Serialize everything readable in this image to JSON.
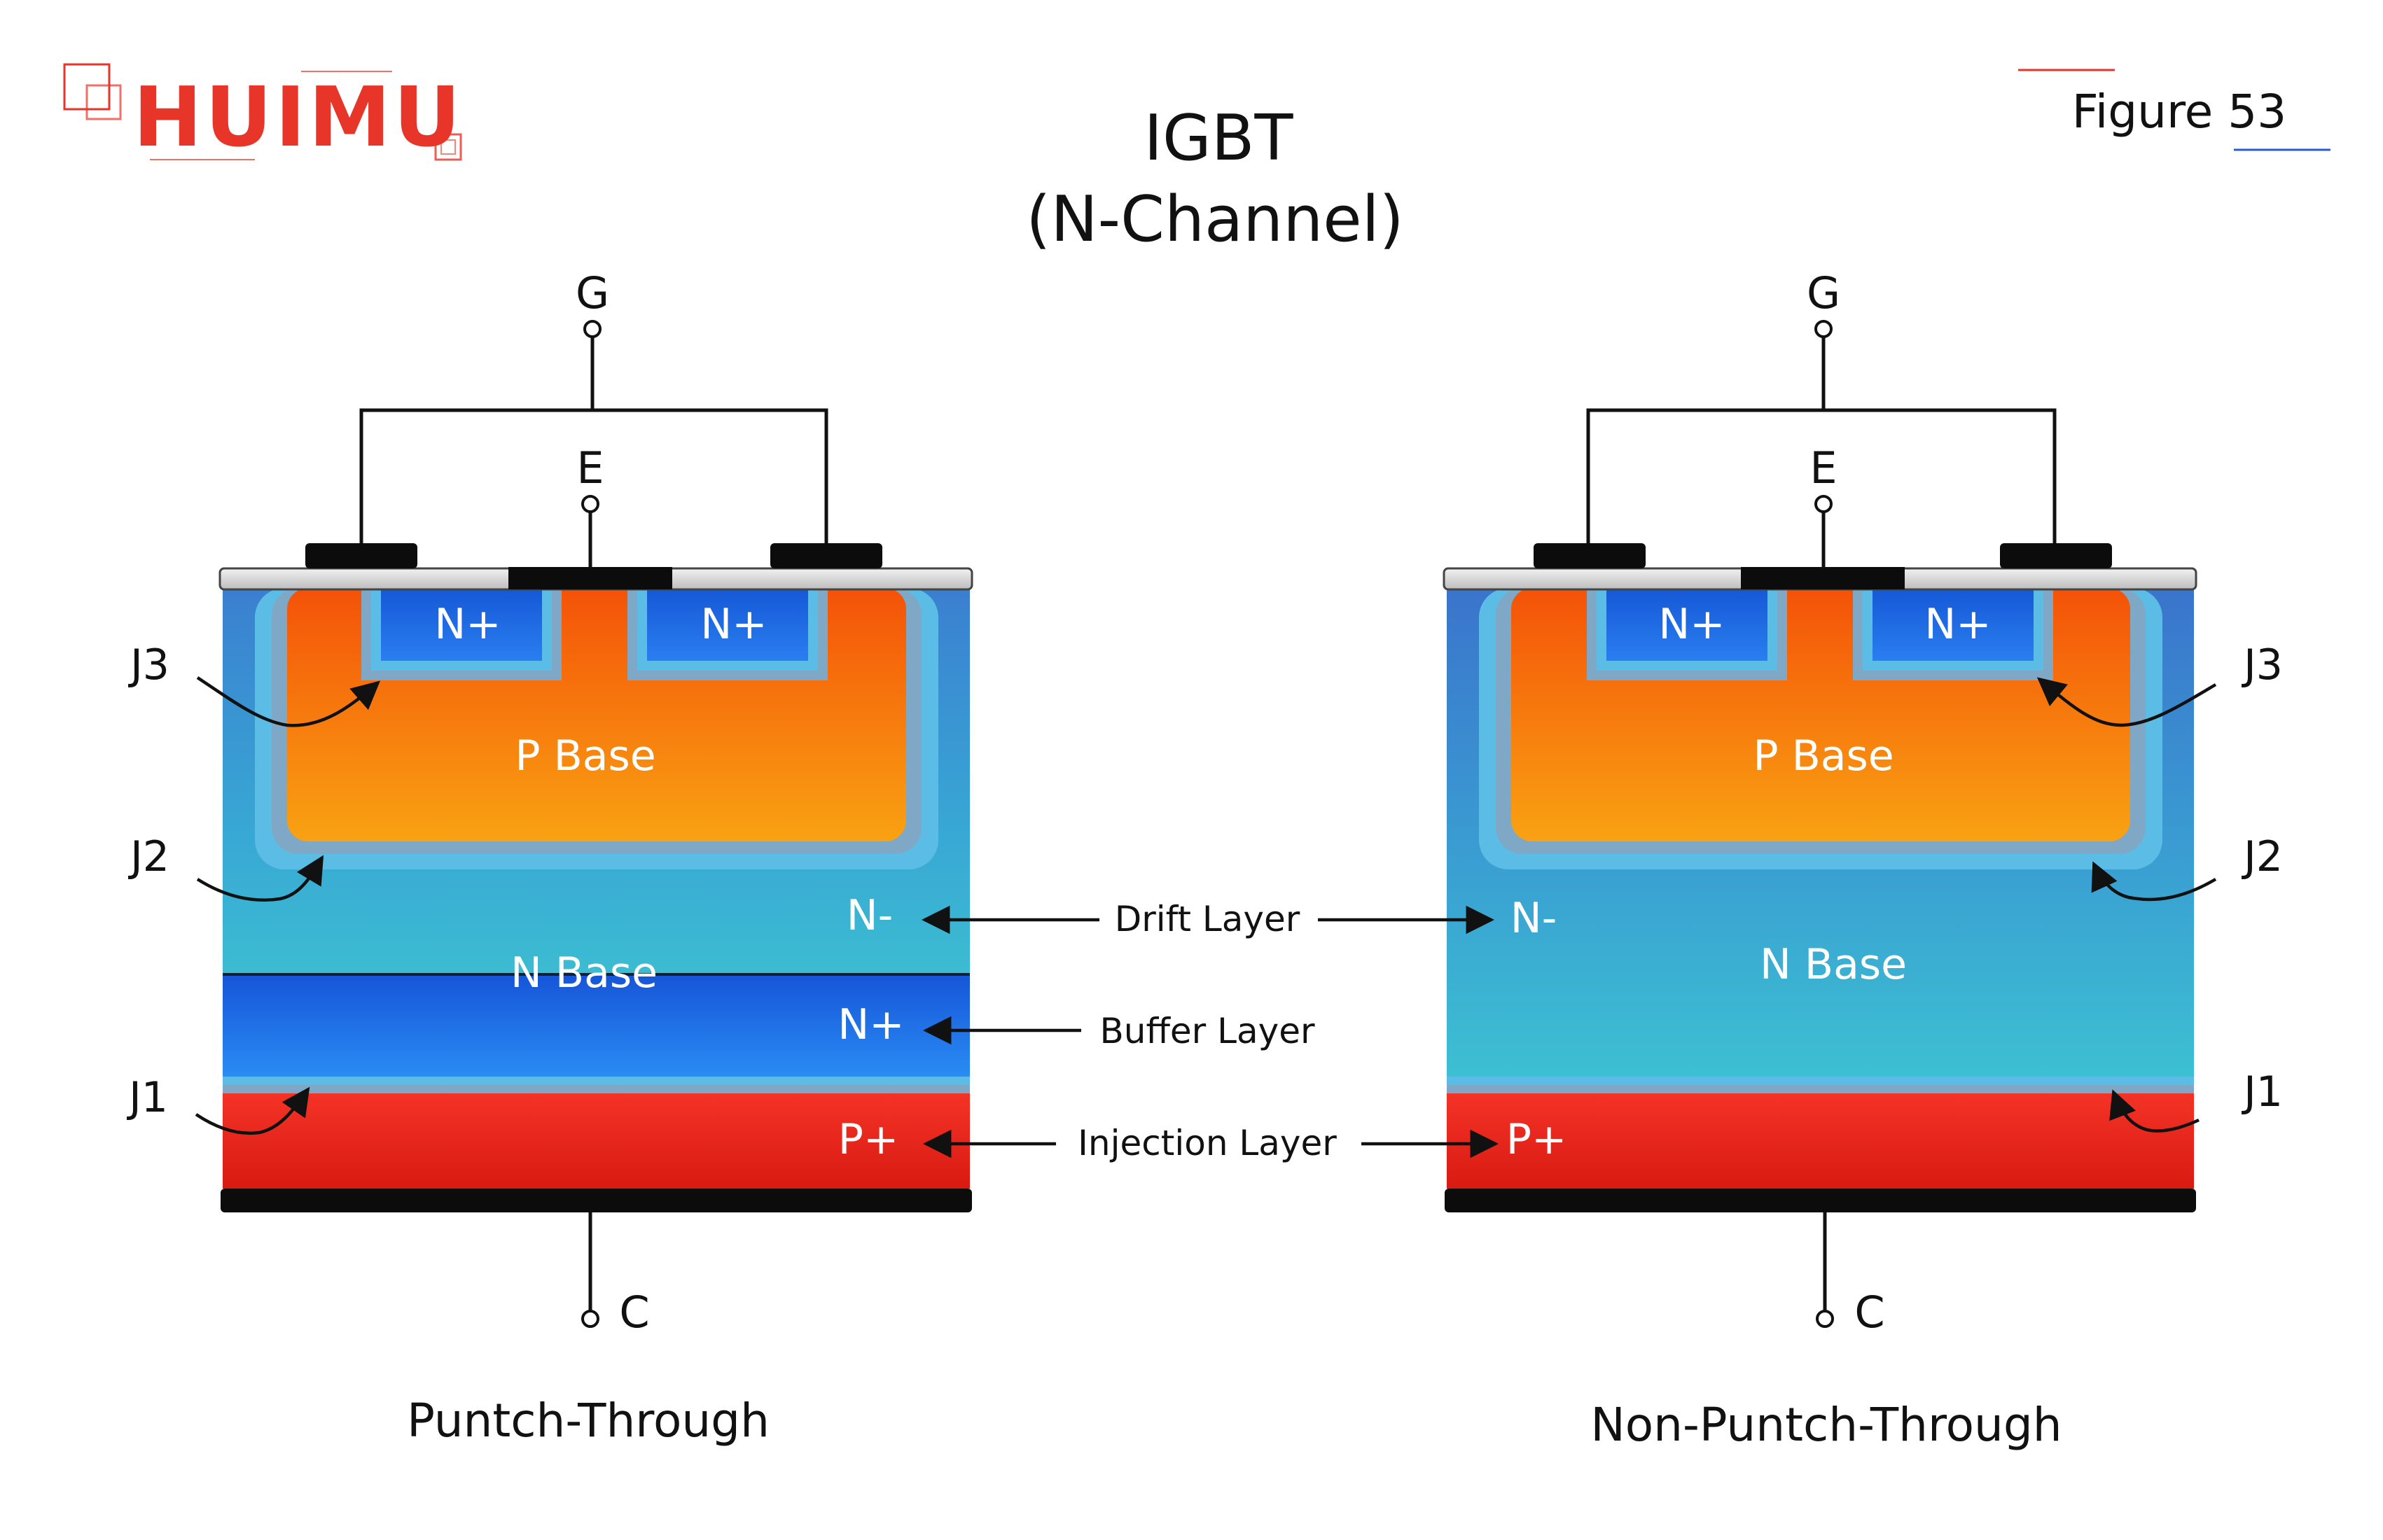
{
  "logo": {
    "text": "HUIMU",
    "color": "#e8352a"
  },
  "figure_label": "Figure 53",
  "title": {
    "line1": "IGBT",
    "line2": "(N-Channel)"
  },
  "terminals": {
    "gate": "G",
    "emitter": "E",
    "collector": "C"
  },
  "left": {
    "caption": "Puntch-Through",
    "n_plus": "N+",
    "p_base": "P Base",
    "n_base": "N Base",
    "n_minus": "N-",
    "buffer": "N+",
    "p_plus": "P+",
    "j1": "J1",
    "j2": "J2",
    "j3": "J3"
  },
  "right": {
    "caption": "Non-Puntch-Through",
    "n_plus": "N+",
    "p_base": "P Base",
    "n_base": "N Base",
    "n_minus": "N-",
    "p_plus": "P+",
    "j1": "J1",
    "j2": "J2",
    "j3": "J3"
  },
  "layers": {
    "drift": "Drift Layer",
    "buffer": "Buffer Layer",
    "injection": "Injection Layer"
  },
  "colors": {
    "p_base_top": "#f55a0a",
    "p_base_bottom": "#f9a010",
    "n_base": "#3aaed0",
    "buffer": "#1e6ff0",
    "p_plus": "#e8261e",
    "n_plus": "#1a6ad8",
    "accent_blue": "#2a5bd7"
  }
}
